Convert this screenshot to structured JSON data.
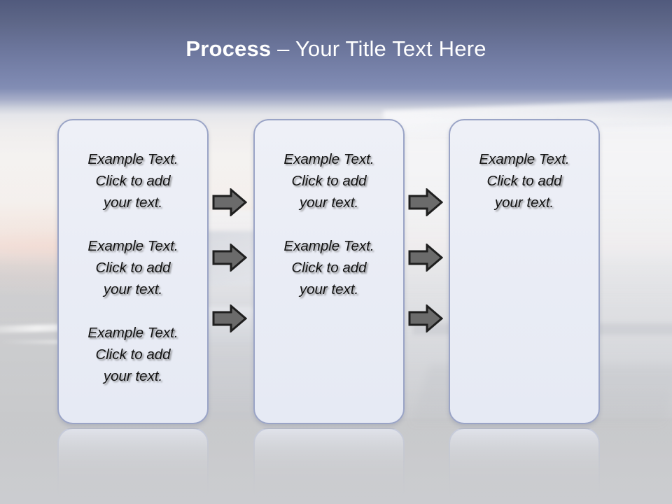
{
  "slide": {
    "title_bold": "Process",
    "title_rest": " – Your Title Text Here",
    "colors": {
      "sky_top": "#515a7d",
      "sky_bottom": "#828db4",
      "title_text": "#ffffff",
      "box_fill": "#eaedf5",
      "box_border": "#9aa4c6",
      "arrow_fill": "#6b6b6b",
      "arrow_outline": "#1f1f1f",
      "body_text": "#121212",
      "floor": "#c9ccd2"
    }
  },
  "boxes": [
    {
      "name": "process-box-1",
      "items": [
        "Example Text.\nClick  to add\nyour text.",
        "Example Text.\nClick  to add\nyour text.",
        "Example Text.\nClick  to add\nyour text."
      ]
    },
    {
      "name": "process-box-2",
      "items": [
        "Example Text.\nClick  to add\nyour text.",
        "Example Text.\nClick  to add\nyour text."
      ]
    },
    {
      "name": "process-box-3",
      "items": [
        "Example Text.\nClick  to add\nyour text."
      ]
    }
  ],
  "connectors": {
    "group_a": [
      "right-arrow",
      "right-arrow",
      "right-arrow"
    ],
    "group_b": [
      "right-arrow",
      "right-arrow",
      "right-arrow"
    ]
  }
}
